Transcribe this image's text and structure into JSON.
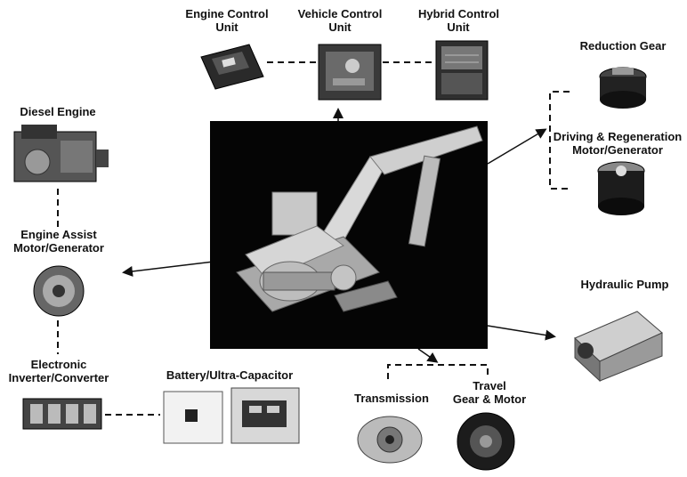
{
  "labels": {
    "ecu": [
      "Engine Control",
      "Unit"
    ],
    "vcu": [
      "Vehicle Control",
      "Unit"
    ],
    "hcu": [
      "Hybrid Control",
      "Unit"
    ],
    "reduction_gear": "Reduction Gear",
    "driving_motor": [
      "Driving & Regeneration",
      "Motor/Generator"
    ],
    "diesel_engine": "Diesel Engine",
    "engine_assist": [
      "Engine Assist",
      "Motor/Generator"
    ],
    "hydraulic_pump": "Hydraulic Pump",
    "inverter": [
      "Electronic",
      "Inverter/Converter"
    ],
    "battery": "Battery/Ultra-Capacitor",
    "transmission": "Transmission",
    "travel_gear": [
      "Travel",
      "Gear & Motor"
    ]
  },
  "colors": {
    "line": "#111111",
    "photo_bg": "#050505",
    "machine": "#d9d9d9"
  }
}
